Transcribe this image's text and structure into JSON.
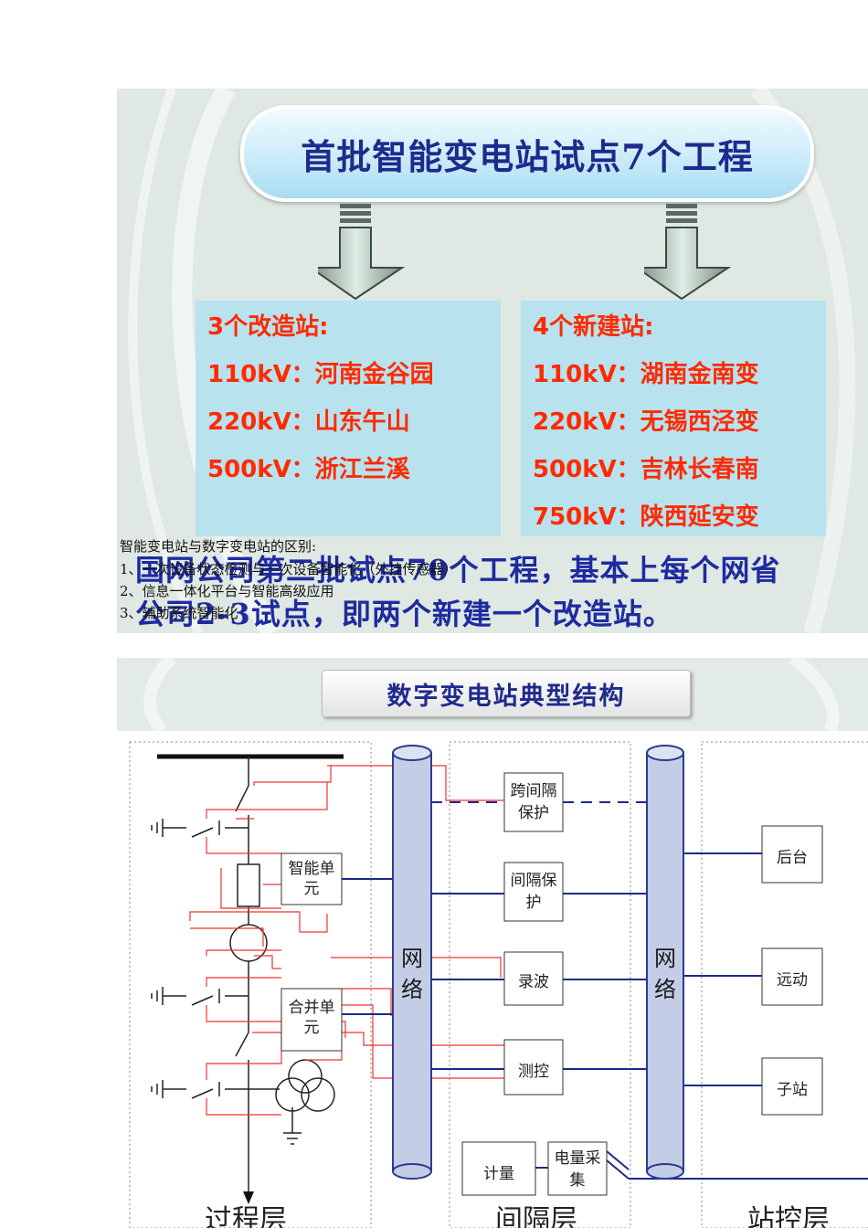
{
  "slide1": {
    "title": "首批智能变电站试点7个工程",
    "left_box": {
      "heading": "3个改造站:",
      "lines": [
        "110kV：河南金谷园",
        "220kV：山东午山",
        "500kV：浙江兰溪"
      ]
    },
    "right_box": {
      "heading": "4个新建站:",
      "lines": [
        "110kV：湖南金南变",
        "220kV：无锡西泾变",
        "500kV：吉林长春南",
        "750kV：陕西延安变"
      ]
    },
    "footer_line1": "国网公司第二批试点70个工程，基本上每个网省",
    "footer_line2": "公司2-3试点，即两个新建一个改造站。",
    "note": {
      "heading": "智能变电站与数字变电站的区别:",
      "items": [
        "1、一次设备状态检测与一次设备智能化（外挂传感器）",
        "2、信息一体化平台与智能高级应用",
        "3、辅助系统智能化"
      ]
    },
    "colors": {
      "blue_text": "#1e2ba0",
      "red_text": "#ff2a00",
      "box_bg": "#b8e2ee"
    }
  },
  "slide2": {
    "title": "数字变电站典型结构",
    "boxes": {
      "smart_unit": "智能单元",
      "merge_unit": "合并单元",
      "cross_bay_protection": "跨间隔保护",
      "bay_protection": "间隔保护",
      "wave_recorder": "录波",
      "measure_control": "测控",
      "metering": "计量",
      "energy_collect": "电量采集",
      "backend": "后台",
      "telecontrol": "远动",
      "substation": "子站"
    },
    "network_left": "网络",
    "network_right": "网络",
    "layers": {
      "process": "过程层",
      "bay": "间隔层",
      "station": "站控层"
    },
    "colors": {
      "network_fill": "#c3cde6",
      "network_stroke": "#2a3b8f",
      "red_wire": "#ee3333",
      "blue_wire": "#1a2a8c"
    }
  }
}
